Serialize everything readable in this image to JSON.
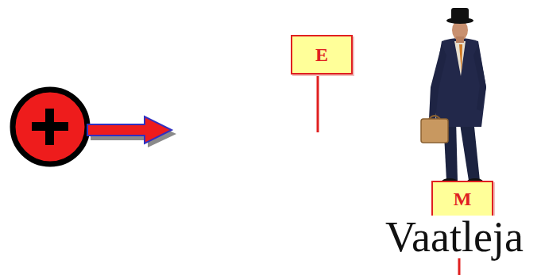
{
  "diagram": {
    "nodes": [
      {
        "text": [
          "E"
        ]
      },
      {
        "text": [
          "M"
        ]
      }
    ],
    "labels": [
      "Vaatleja"
    ]
  }
}
